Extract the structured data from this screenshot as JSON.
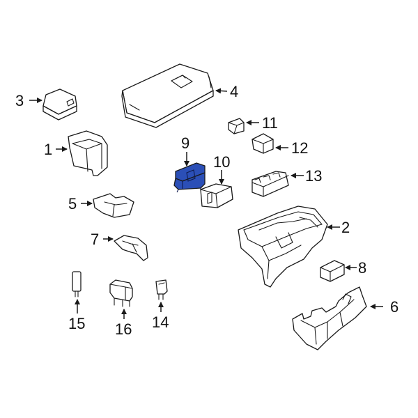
{
  "highlight_color": "#2b4fb7",
  "callouts": {
    "c1": "1",
    "c2": "2",
    "c3": "3",
    "c4": "4",
    "c5": "5",
    "c6": "6",
    "c7": "7",
    "c8": "8",
    "c9": "9",
    "c10": "10",
    "c11": "11",
    "c12": "12",
    "c13": "13",
    "c14": "14",
    "c15": "15",
    "c16": "16"
  }
}
